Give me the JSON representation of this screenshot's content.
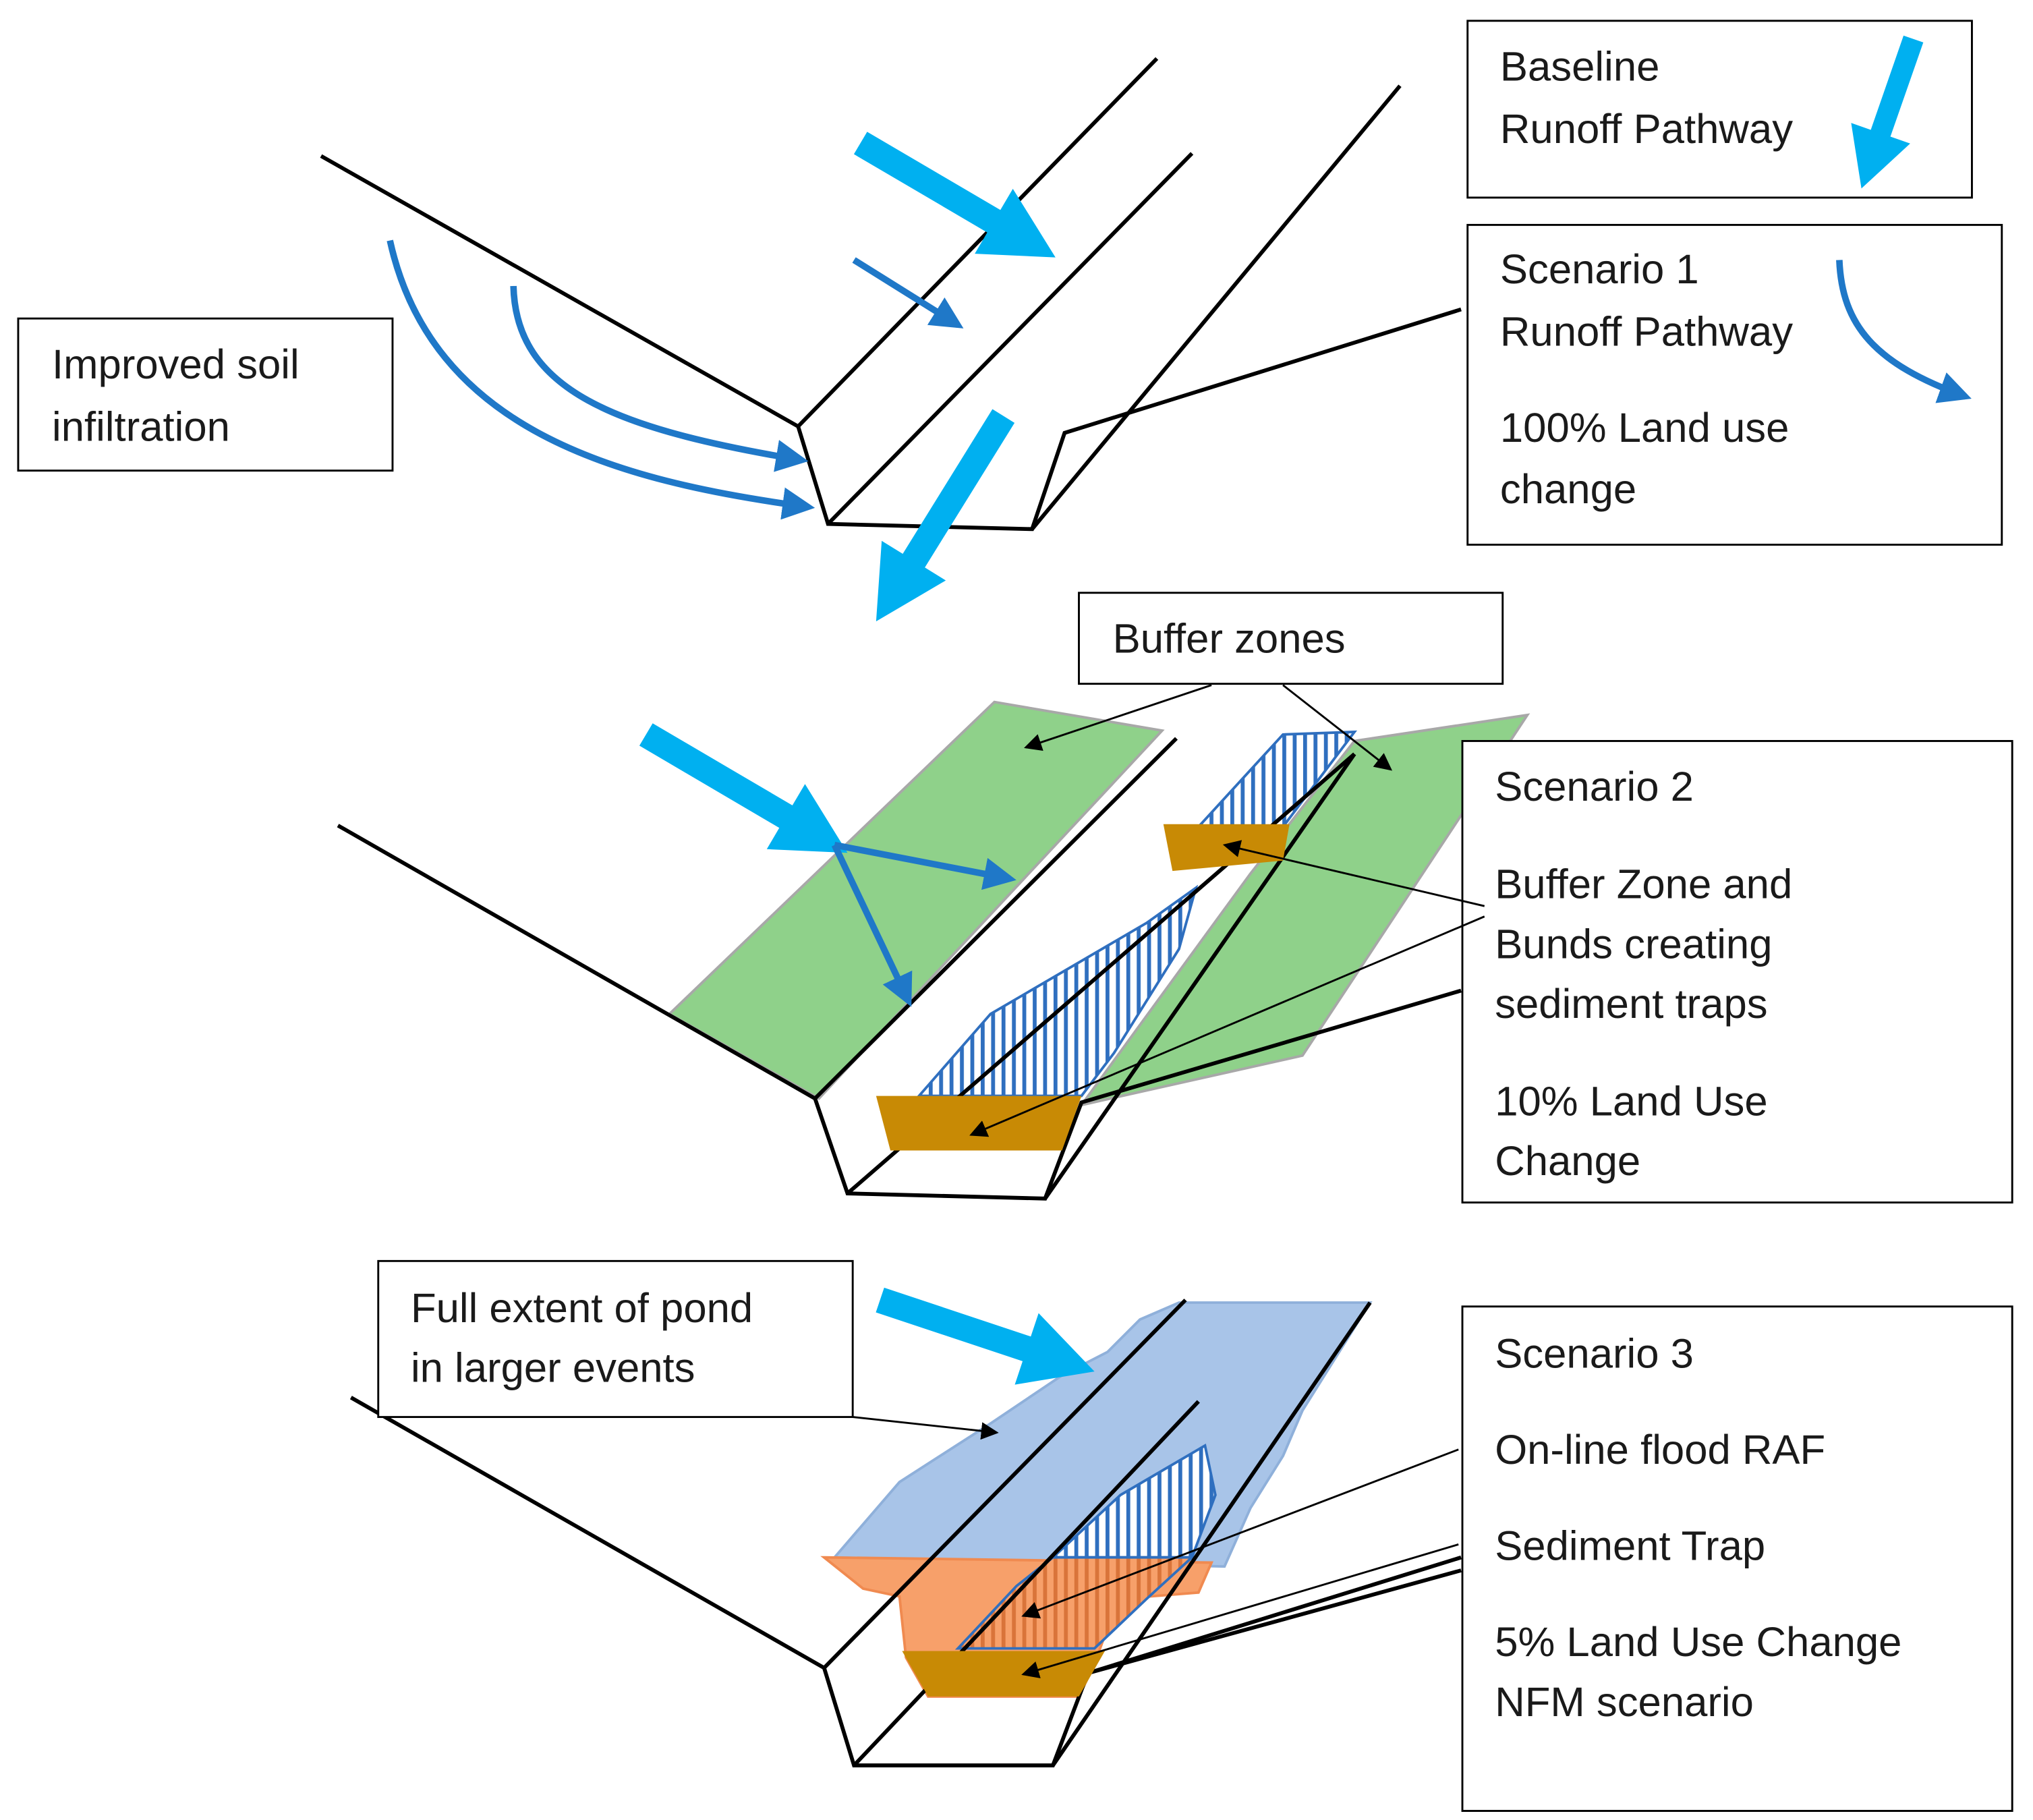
{
  "colors": {
    "baseline_arrow": "#00b0f0",
    "scenario1_arrow": "#1f78c8",
    "buffer_zone": "#8fd18a",
    "bund": "#c88a05",
    "pond": "#a8c4e8",
    "pond_bund": "#f7a06a",
    "hatch": "#2f6fbf",
    "outline": "#000000"
  },
  "labels": {
    "baseline": [
      "Baseline",
      "Runoff Pathway"
    ],
    "scenario1": [
      "Scenario 1",
      "Runoff Pathway",
      "100% Land use",
      "change"
    ],
    "infiltration": [
      "Improved soil",
      "infiltration"
    ],
    "buffer_zones": [
      "Buffer zones"
    ],
    "scenario2": [
      "Scenario 2",
      "Buffer Zone and",
      "Bunds creating",
      "sediment traps",
      "10% Land Use",
      "Change"
    ],
    "pond": [
      "Full extent of pond",
      "in larger events"
    ],
    "scenario3": [
      "Scenario 3",
      "On-line flood RAF",
      "Sediment Trap",
      "5% Land Use Change",
      "NFM scenario"
    ]
  }
}
